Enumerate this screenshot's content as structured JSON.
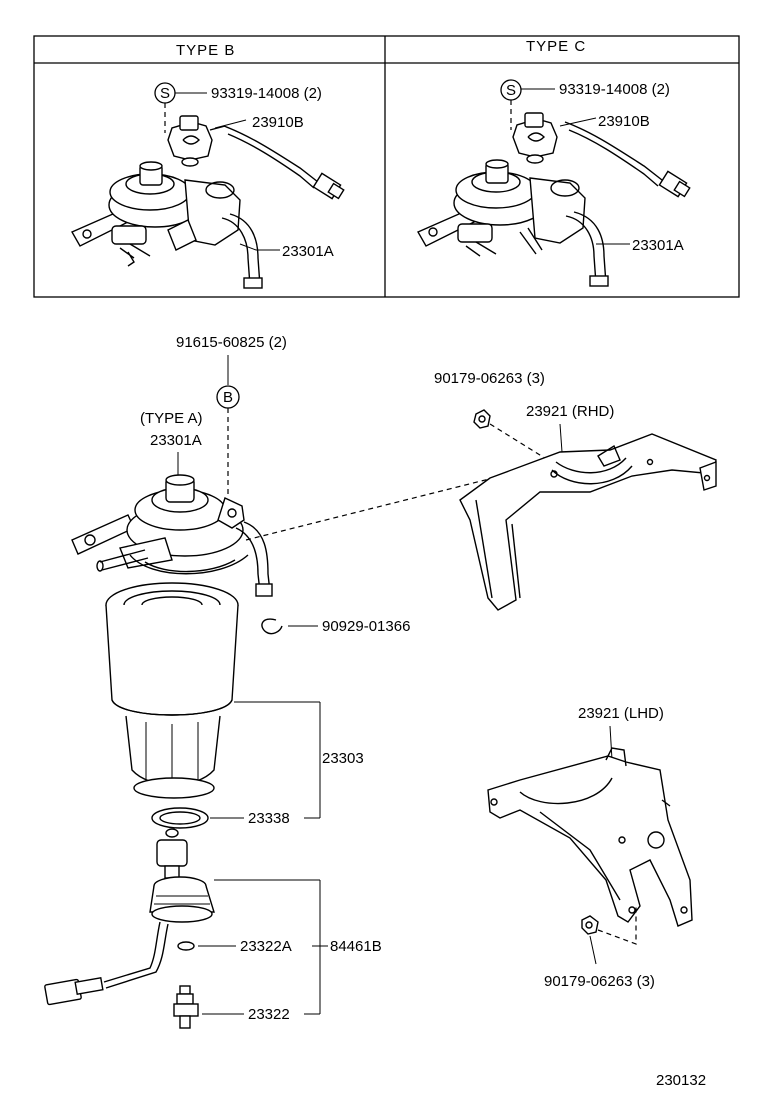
{
  "inset": {
    "type_b": {
      "header": "TYPE B",
      "screw_symbol": "S",
      "screw_label": "93319-14008 (2)",
      "sensor_label": "23910B",
      "housing_label": "23301A"
    },
    "type_c": {
      "header": "TYPE C",
      "screw_symbol": "S",
      "screw_label": "93319-14008 (2)",
      "sensor_label": "23910B",
      "housing_label": "23301A"
    }
  },
  "main": {
    "bolt_label": "91615-60825 (2)",
    "bolt_symbol": "B",
    "type_a_label": "(TYPE A)",
    "housing_label": "23301A",
    "nut_rhd_label": "90179-06263 (3)",
    "bracket_rhd_label": "23921 (RHD)",
    "clip_label": "90929-01366",
    "filter_label": "23303",
    "oring_label": "23338",
    "bracket_lhd_label": "23921 (LHD)",
    "switch_label_a": "23322A",
    "switch_label_b": "84461B",
    "sensor_label": "23322",
    "nut_lhd_label": "90179-06263 (3)",
    "diagram_number": "230132"
  }
}
